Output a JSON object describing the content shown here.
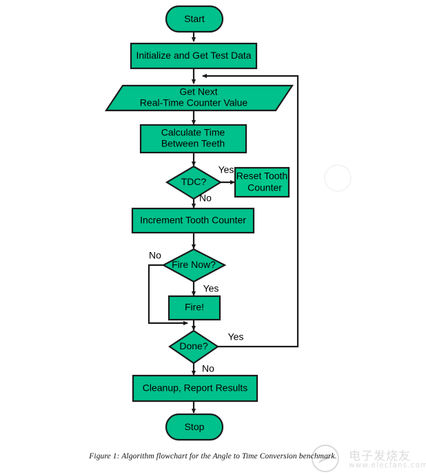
{
  "figure": {
    "caption": "Figure 1: Algorithm flowchart for the Angle to Time Conversion benchmark.",
    "shape_fill": "#00C08B",
    "shape_fill_alt": "#00C88C",
    "stroke": "#1A1A1A",
    "background": "#FFFFFF"
  },
  "watermark": {
    "chinese": "电子发烧友",
    "url": "www.elecfans.com"
  },
  "chart_data": {
    "type": "diagram",
    "title": "Algorithm flowchart for the Angle to Time Conversion benchmark",
    "nodes": [
      {
        "id": "start",
        "label": "Start",
        "shape": "terminator"
      },
      {
        "id": "init",
        "label": "Initialize and Get Test Data",
        "shape": "process"
      },
      {
        "id": "getnext",
        "label": "Get Next\nReal-Time Counter Value",
        "shape": "io-parallelogram"
      },
      {
        "id": "calc",
        "label": "Calculate Time\nBetween Teeth",
        "shape": "process"
      },
      {
        "id": "tdc",
        "label": "TDC?",
        "shape": "decision"
      },
      {
        "id": "reset",
        "label": "Reset Tooth\nCounter",
        "shape": "process"
      },
      {
        "id": "increment",
        "label": "Increment Tooth Counter",
        "shape": "process"
      },
      {
        "id": "firenow",
        "label": "Fire Now?",
        "shape": "decision"
      },
      {
        "id": "fire",
        "label": "Fire!",
        "shape": "process"
      },
      {
        "id": "done",
        "label": "Done?",
        "shape": "decision"
      },
      {
        "id": "cleanup",
        "label": "Cleanup, Report Results",
        "shape": "process"
      },
      {
        "id": "stop",
        "label": "Stop",
        "shape": "terminator"
      }
    ],
    "edges": [
      {
        "from": "start",
        "to": "init",
        "label": ""
      },
      {
        "from": "init",
        "to": "getnext",
        "label": ""
      },
      {
        "from": "getnext",
        "to": "calc",
        "label": ""
      },
      {
        "from": "calc",
        "to": "tdc",
        "label": ""
      },
      {
        "from": "tdc",
        "to": "reset",
        "label": "Yes"
      },
      {
        "from": "tdc",
        "to": "increment",
        "label": "No"
      },
      {
        "from": "increment",
        "to": "firenow",
        "label": ""
      },
      {
        "from": "firenow",
        "to": "fire",
        "label": "Yes"
      },
      {
        "from": "firenow",
        "to": "done",
        "label": "No"
      },
      {
        "from": "fire",
        "to": "done",
        "label": ""
      },
      {
        "from": "done",
        "to": "getnext",
        "label": "Yes"
      },
      {
        "from": "done",
        "to": "cleanup",
        "label": "No"
      },
      {
        "from": "cleanup",
        "to": "stop",
        "label": ""
      }
    ],
    "labels": {
      "start": "Start",
      "init": "Initialize and Get Test Data",
      "getnext_line1": "Get Next",
      "getnext_line2": "Real-Time Counter Value",
      "calc_line1": "Calculate Time",
      "calc_line2": "Between Teeth",
      "tdc": "TDC?",
      "reset_line1": "Reset Tooth",
      "reset_line2": "Counter",
      "increment": "Increment Tooth Counter",
      "firenow": "Fire Now?",
      "fire": "Fire!",
      "done": "Done?",
      "cleanup": "Cleanup, Report Results",
      "stop": "Stop",
      "yes_tdc": "Yes",
      "no_tdc": "No",
      "no_firenow": "No",
      "yes_firenow": "Yes",
      "yes_done": "Yes",
      "no_done": "No"
    }
  }
}
